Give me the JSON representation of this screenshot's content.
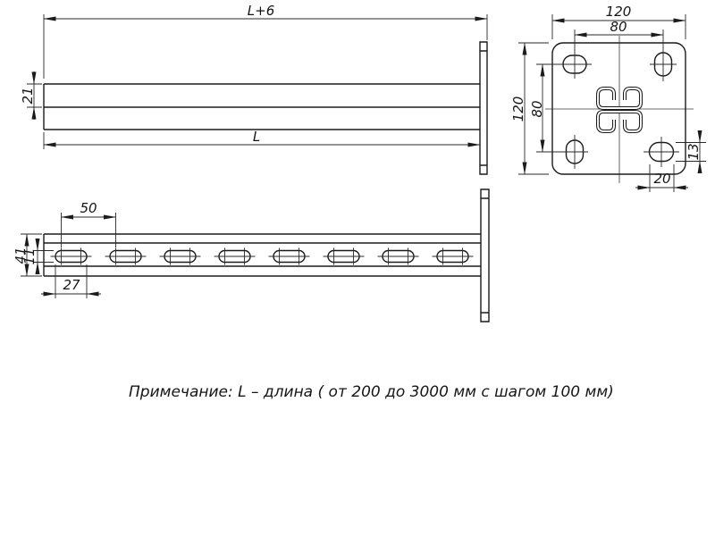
{
  "drawing": {
    "title_note": "Примечание: L – длина ( от 200 до 3000 мм с шагом 100 мм)",
    "side_view": {
      "overall_length": "L+6",
      "length": "L",
      "channel_height": "21"
    },
    "plan_view": {
      "hole_pitch": "50",
      "profile_height": "41",
      "slot_height": "11",
      "slot_length": "27",
      "slot_count": 8
    },
    "plate_view": {
      "width": "120",
      "hole_spacing_horizontal": "80",
      "height": "120",
      "hole_spacing_vertical": "80",
      "slot_height": "13",
      "slot_length": "20"
    }
  }
}
